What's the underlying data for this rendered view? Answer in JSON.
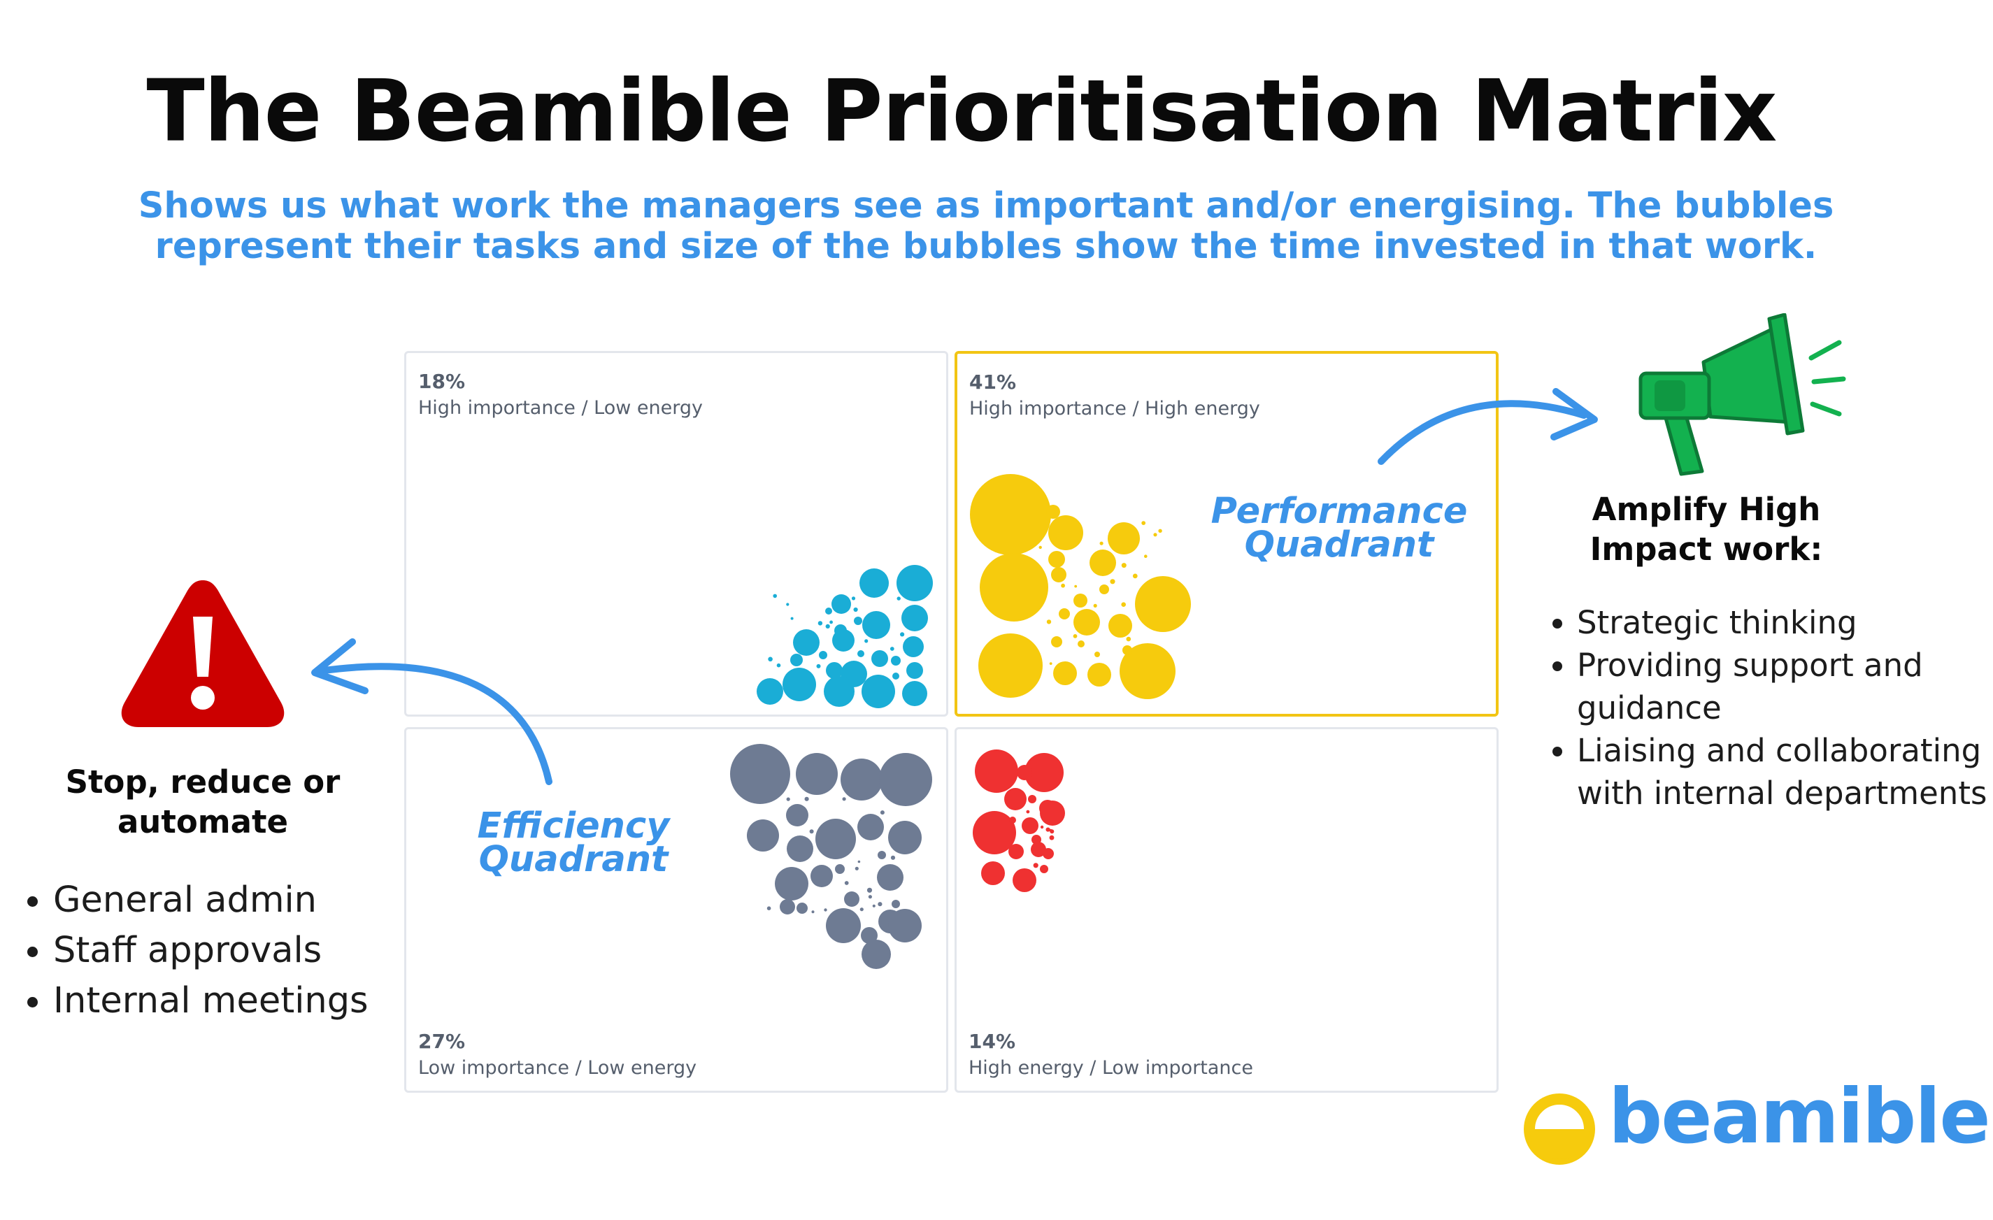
{
  "title": "The Beamible Prioritisation Matrix",
  "subtitle": "Shows us what work the managers see as important and/or energising. The bubbles represent their tasks and size of the bubbles show the time invested in that work.",
  "quadrants": {
    "top_left": {
      "percent": "18%",
      "label": "High importance / Low energy",
      "color": "#1aadd6"
    },
    "top_right": {
      "percent": "41%",
      "label": "High importance / High energy",
      "color": "#f6cb0d",
      "name": "Performance Quadrant"
    },
    "bottom_left": {
      "percent": "27%",
      "label": "Low importance / Low energy",
      "color": "#6e7b93",
      "name": "Efficiency Quadrant"
    },
    "bottom_right": {
      "percent": "14%",
      "label": "High energy / Low importance",
      "color": "#ef3131"
    }
  },
  "left_panel": {
    "icon": "warning-icon",
    "heading": "Stop, reduce or automate",
    "items": [
      "General admin",
      "Staff approvals",
      "Internal meetings"
    ]
  },
  "right_panel": {
    "icon": "megaphone-icon",
    "heading": "Amplify High Impact work:",
    "items": [
      "Strategic thinking",
      "Providing support and guidance",
      "Liaising and collaborating with internal departments"
    ]
  },
  "logo": {
    "text": "beamible",
    "icon": "smile-icon"
  },
  "colors": {
    "accent": "#3b93e8",
    "warning": "#cc0000",
    "megaphone": "#13b14f",
    "highlight_border": "#f2c514"
  }
}
